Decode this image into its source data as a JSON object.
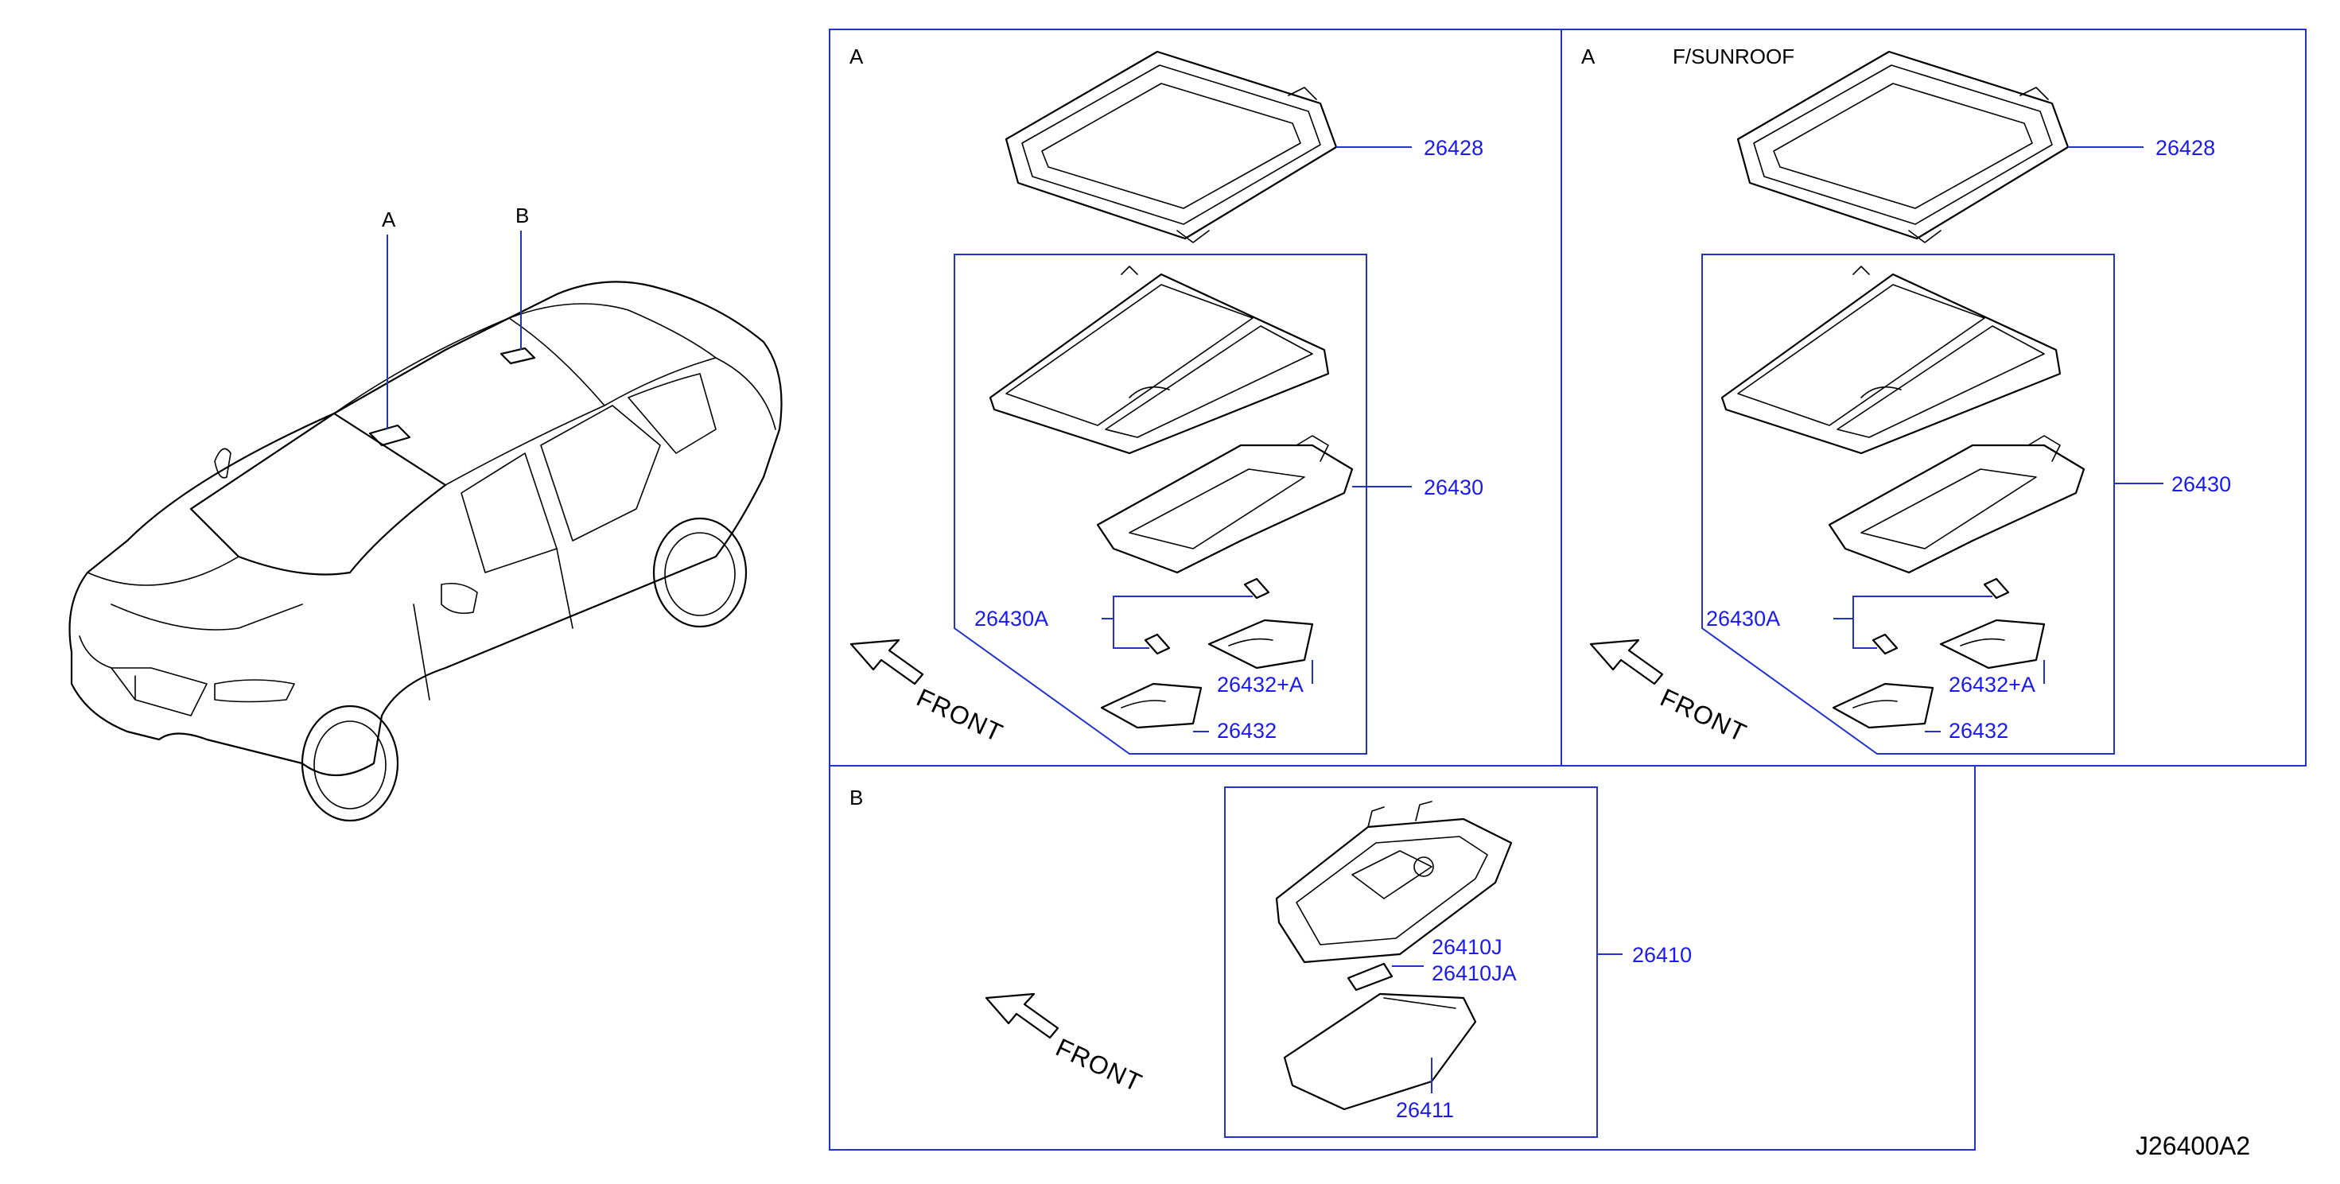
{
  "diagram": {
    "drawing_code": "J26400A2",
    "vehicle": {
      "callout_a": "A",
      "callout_b": "B"
    },
    "panel_a": {
      "letter": "A",
      "parts": {
        "frame": "26428",
        "lamp_assy": "26430",
        "bulb": "26430A",
        "lens_a": "26432+A",
        "lens": "26432"
      },
      "front_label": "FRONT"
    },
    "panel_a_sunroof": {
      "letter": "A",
      "note": "F/SUNROOF",
      "parts": {
        "frame": "26428",
        "lamp_assy": "26430",
        "bulb": "26430A",
        "lens_a": "26432+A",
        "lens": "26432"
      },
      "front_label": "FRONT"
    },
    "panel_b": {
      "letter": "B",
      "parts": {
        "lamp_assy": "26410",
        "bulb_1": "26410J",
        "bulb_2": "26410JA",
        "lens": "26411"
      },
      "front_label": "FRONT"
    },
    "colors": {
      "callout": "#1a1aee",
      "leader": "#2233cc",
      "linework": "#000000"
    }
  }
}
